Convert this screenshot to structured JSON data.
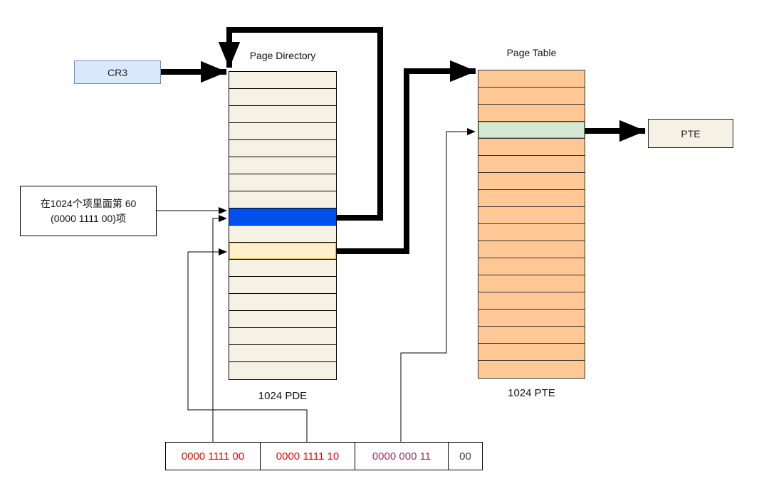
{
  "cr3_box": {
    "label": "CR3"
  },
  "page_directory": {
    "title": "Page Directory",
    "caption": "1024 PDE",
    "row_count": 18,
    "selected_blue_row": 9,
    "selected_yellow_row": 11
  },
  "page_table": {
    "title": "Page Table",
    "caption": "1024 PTE",
    "row_count": 18,
    "selected_green_row": 4
  },
  "pte_box": {
    "label": "PTE"
  },
  "note_box": {
    "line1": "在1024个项里面第 60",
    "line2": "(0000 1111 00)项"
  },
  "address_bits": {
    "cells": [
      {
        "text": "0000 1111 00",
        "color": "#ff0000"
      },
      {
        "text": "0000 1111 10",
        "color": "#ff0000"
      },
      {
        "text": "0000 000 11",
        "color": "#993366"
      },
      {
        "text": "00",
        "color": "#404040"
      }
    ]
  },
  "colors": {
    "pde_row_fill": "#f5f1e5",
    "pde_selected_blue": "#0050ef",
    "pde_selected_yellow": "#fff0cb",
    "pde_selected_yellow_border": "#d6b656",
    "pte_row_fill": "#ffc894",
    "pte_selected_green": "#d5e8d4",
    "pte_selected_green_border": "#82b366",
    "cr3_fill": "#dae8fc",
    "cr3_border": "#6c8ebf",
    "arrow": "#000000"
  }
}
